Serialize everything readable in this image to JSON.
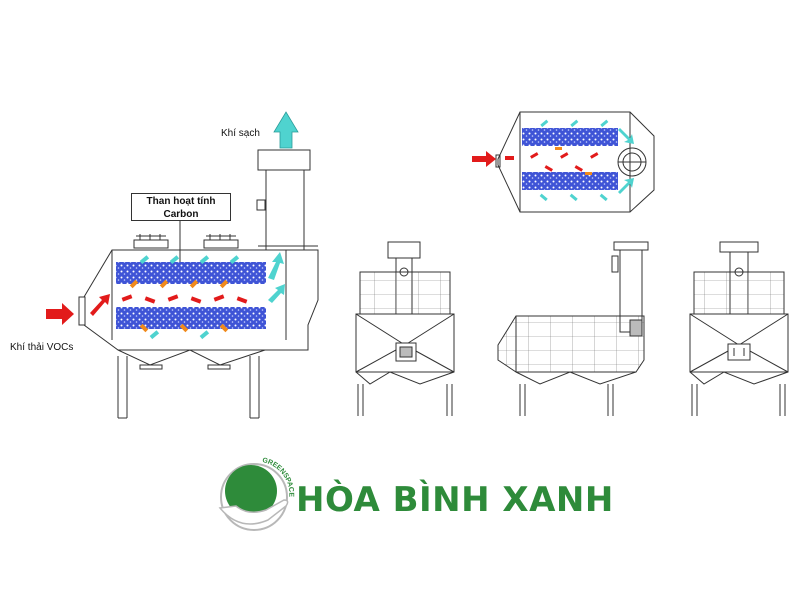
{
  "labels": {
    "clean_air": "Khí sạch",
    "carbon_line1": "Than hoạt tính",
    "carbon_line2": "Carbon",
    "exhaust": "Khí thải VOCs"
  },
  "logo": {
    "brand": "HÒA BÌNH XANH",
    "ring_text": "GREENSPACE"
  },
  "colors": {
    "carbon_fill": "#3f54d6",
    "hot_arrow": "#e21b1b",
    "clean_arrow": "#4fd3cf",
    "mid_arrow": "#f08a1c",
    "brand_green": "#2e8b3a",
    "line": "#333333"
  },
  "icons": [
    "inlet-arrow-icon",
    "outlet-arrow-icon",
    "logo-icon"
  ]
}
